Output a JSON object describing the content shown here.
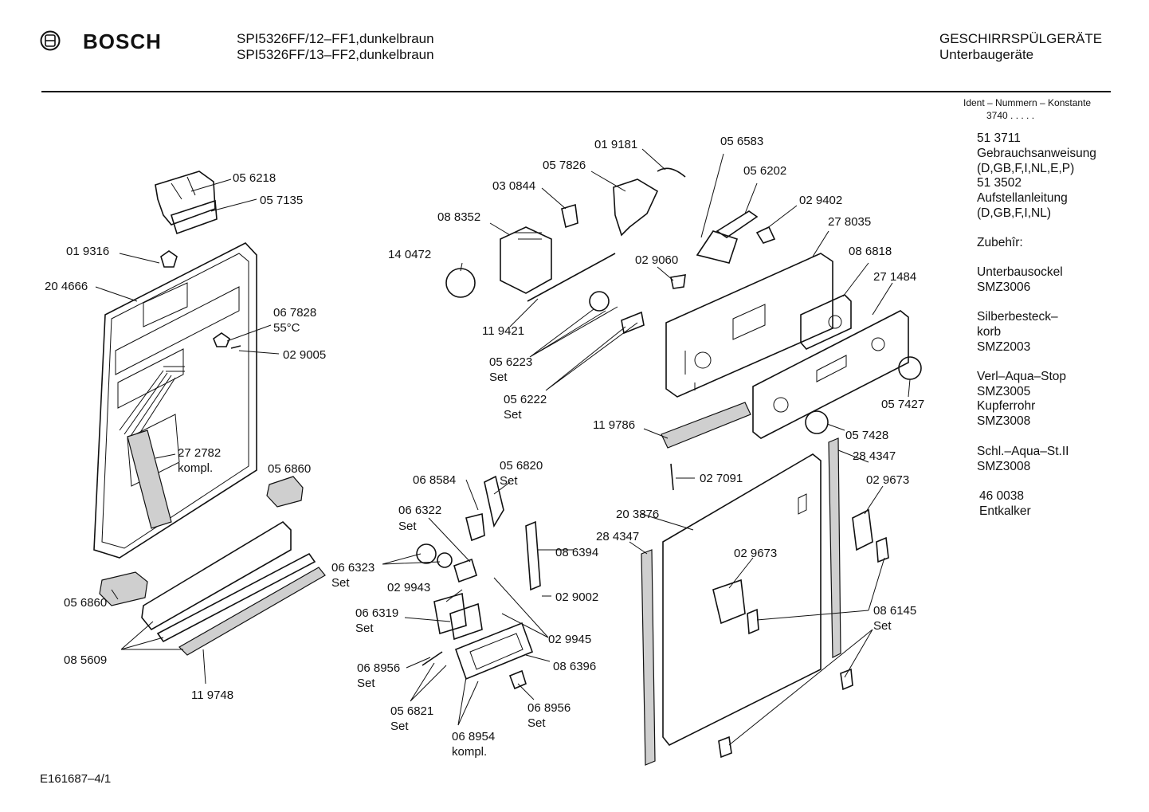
{
  "header": {
    "brand": "BOSCH",
    "model_line_1": "SPI5326FF/12–FF1,dunkelbraun",
    "model_line_2": "SPI5326FF/13–FF2,dunkelbraun",
    "category": "GESCHIRRSPÜLGERÄTE",
    "subcategory": "Unterbaugeräte"
  },
  "ident": {
    "title": "Ident – Nummern – Konstante",
    "value": "3740  .   .   .   .   ."
  },
  "sidebar": {
    "entries": [
      "51 3711",
      "Gebrauchsanweisung",
      "(D,GB,F,I,NL,E,P)",
      "51 3502",
      "Aufstellanleitung",
      "(D,GB,F,I,NL)",
      "Zubehîr:",
      "Unterbausockel",
      "SMZ3006",
      "Silberbesteck–",
      "korb",
      "SMZ2003",
      "Verl–Aqua–Stop",
      "SMZ3005",
      "Kupferrohr",
      "SMZ3008",
      "Schl.–Aqua–St.II",
      "SMZ3008",
      "46 0038",
      "Entkalker"
    ]
  },
  "parts": {
    "p056218": "05 6218",
    "p057135": "05 7135",
    "p019316": "01 9316",
    "p204666": "20 4666",
    "p067828": "06 7828",
    "temp": "55°C",
    "p029005": "02 9005",
    "p272782": "27 2782",
    "kompl1": "kompl.",
    "p056860a": "05 6860",
    "p056860b": "05 6860",
    "p085609": "08 5609",
    "p119748": "11 9748",
    "p019181": "01 9181",
    "p056583": "05 6583",
    "p057826": "05 7826",
    "p030844": "03 0844",
    "p056202": "05 6202",
    "p029402": "02 9402",
    "p088352": "08 8352",
    "p278035": "27 8035",
    "p140472": "14 0472",
    "p029060": "02 9060",
    "p086818": "08 6818",
    "p271484": "27 1484",
    "p119421": "11 9421",
    "p056223": "05 6223",
    "set1": "Set",
    "p056222": "05 6222",
    "set2": "Set",
    "p057427": "05 7427",
    "p119786": "11 9786",
    "p057428": "05 7428",
    "p056820": "05 6820",
    "set3": "Set",
    "p068584": "06 8584",
    "p284347a": "28 4347",
    "p027091": "02 7091",
    "p029673a": "02 9673",
    "p066322": "06 6322",
    "set4": "Set",
    "p203876": "20 3876",
    "p284347b": "28 4347",
    "p066323": "06 6323",
    "set5": "Set",
    "p086394": "08 6394",
    "p029673b": "02 9673",
    "p029943": "02 9943",
    "p029002": "02 9002",
    "p066319": "06 6319",
    "set6": "Set",
    "p086145": "08 6145",
    "set7": "Set",
    "p029945": "02 9945",
    "p068956a": "06 8956",
    "set8": "Set",
    "p086396": "08 6396",
    "p056821": "05 6821",
    "set9": "Set",
    "p068956b": "06 8956",
    "set10": "Set",
    "p068954": "06 8954",
    "kompl2": "kompl."
  },
  "footer": {
    "code": "E161687–4/1"
  }
}
